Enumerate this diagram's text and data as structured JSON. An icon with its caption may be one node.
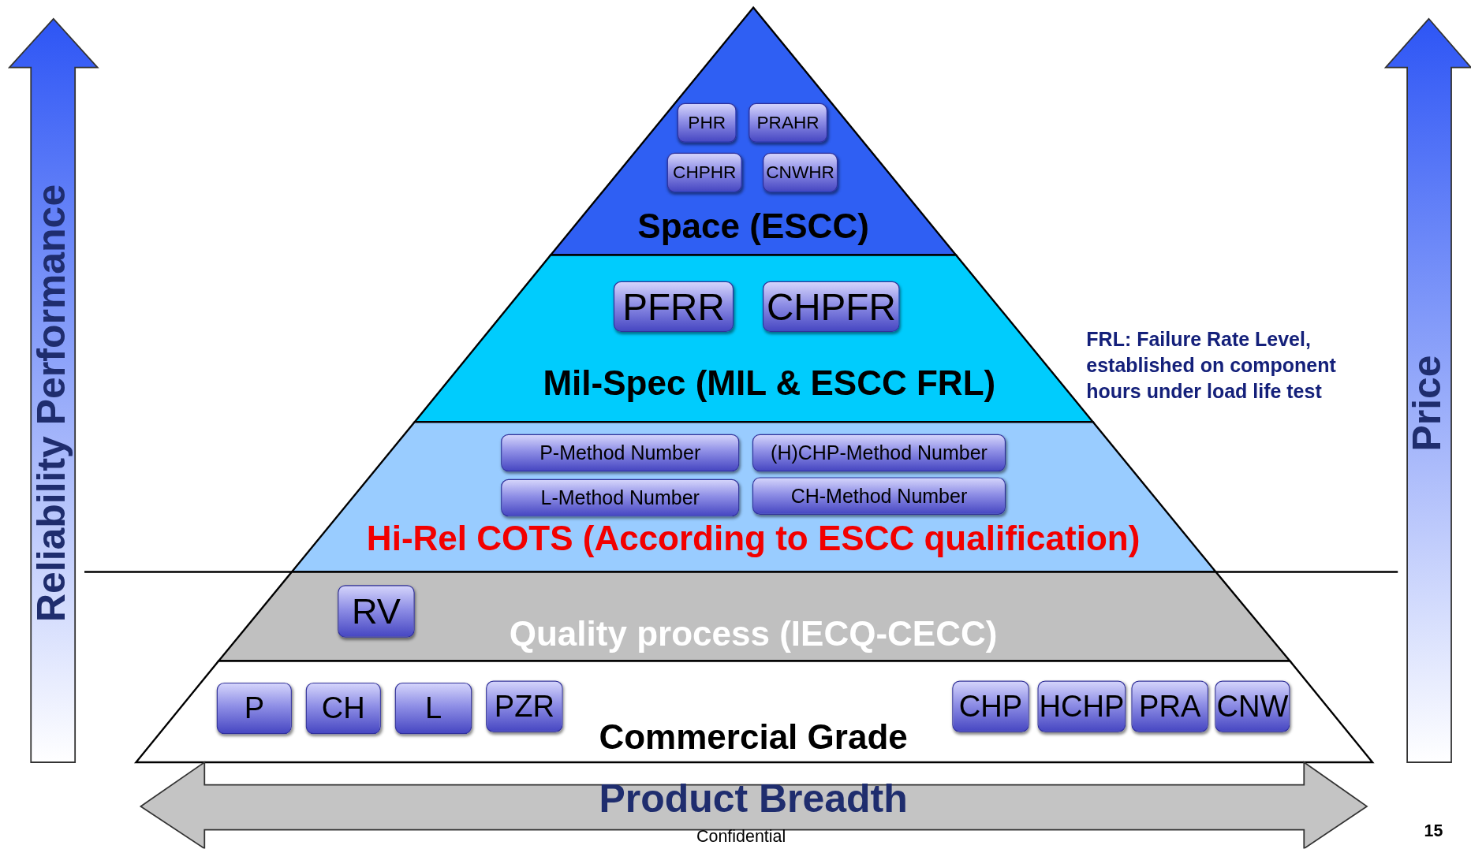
{
  "diagram": {
    "nodes": [
      {
        "text": [
          "Space (ESCC)"
        ]
      },
      {
        "text": [
          "PHR"
        ],
        "in": 0
      },
      {
        "text": [
          "PRAHR"
        ],
        "in": 0
      },
      {
        "text": [
          "CHPHR"
        ],
        "in": 0
      },
      {
        "text": [
          "CNWHR"
        ],
        "in": 0
      },
      {
        "text": [
          "Mil-Spec (MIL & ESCC FRL)"
        ]
      },
      {
        "text": [
          "PFRR"
        ],
        "in": 5
      },
      {
        "text": [
          "CHPFR"
        ],
        "in": 5
      },
      {
        "text": [
          "Hi-Rel COTS (According to ESCC qualification)"
        ]
      },
      {
        "text": [
          "P-Method Number"
        ],
        "in": 8
      },
      {
        "text": [
          "(H)CHP-Method Number"
        ],
        "in": 8
      },
      {
        "text": [
          "L-Method Number"
        ],
        "in": 8
      },
      {
        "text": [
          "CH-Method Number"
        ],
        "in": 8
      },
      {
        "text": [
          "Quality process (IECQ-CECC)"
        ]
      },
      {
        "text": [
          "RV"
        ],
        "in": 13
      },
      {
        "text": [
          "Commercial Grade"
        ]
      },
      {
        "text": [
          "P"
        ],
        "in": 15
      },
      {
        "text": [
          "CH"
        ],
        "in": 15
      },
      {
        "text": [
          "L"
        ],
        "in": 15
      },
      {
        "text": [
          "PZR"
        ],
        "in": 15
      },
      {
        "text": [
          "CHP"
        ],
        "in": 15
      },
      {
        "text": [
          "HCHP"
        ],
        "in": 15
      },
      {
        "text": [
          "PRA"
        ],
        "in": 15
      },
      {
        "text": [
          "CNW"
        ],
        "in": 15
      }
    ],
    "labels": [
      "Reliability Performance",
      "Price",
      "FRL: Failure Rate Level, established on component hours under load life test",
      "Product Breadth",
      "Confidential",
      "15"
    ]
  }
}
